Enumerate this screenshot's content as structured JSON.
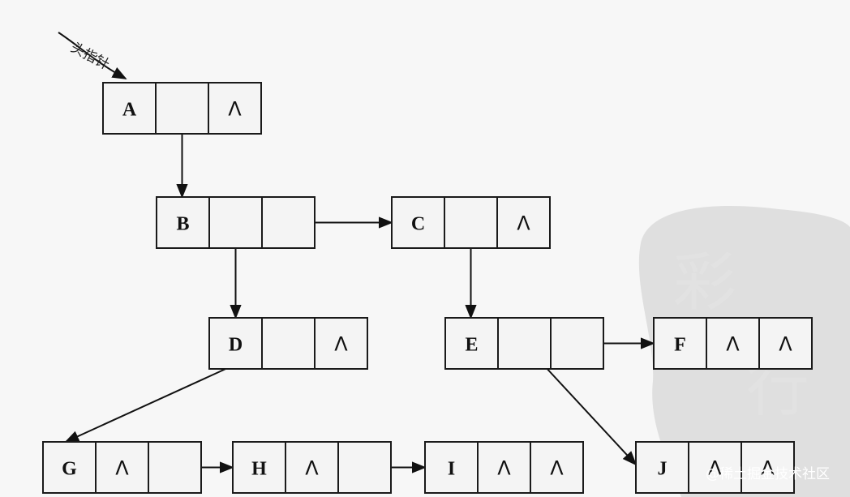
{
  "head_pointer_label": "头指针",
  "null_symbol": "Λ",
  "watermark": {
    "text": "@稀土掘金技术社区"
  },
  "nodes": [
    {
      "id": "A",
      "label": "A",
      "field2": "",
      "field3": "Λ"
    },
    {
      "id": "B",
      "label": "B",
      "field2": "",
      "field3": ""
    },
    {
      "id": "C",
      "label": "C",
      "field2": "",
      "field3": "Λ"
    },
    {
      "id": "D",
      "label": "D",
      "field2": "",
      "field3": "Λ"
    },
    {
      "id": "E",
      "label": "E",
      "field2": "",
      "field3": ""
    },
    {
      "id": "F",
      "label": "F",
      "field2": "Λ",
      "field3": "Λ"
    },
    {
      "id": "G",
      "label": "G",
      "field2": "Λ",
      "field3": ""
    },
    {
      "id": "H",
      "label": "H",
      "field2": "Λ",
      "field3": ""
    },
    {
      "id": "I",
      "label": "I",
      "field2": "Λ",
      "field3": "Λ"
    },
    {
      "id": "J",
      "label": "J",
      "field2": "Λ",
      "field3": "Λ"
    }
  ],
  "edges": [
    {
      "from": "A",
      "to": "B",
      "type": "child"
    },
    {
      "from": "B",
      "to": "D",
      "type": "child"
    },
    {
      "from": "B",
      "to": "C",
      "type": "sibling"
    },
    {
      "from": "C",
      "to": "E",
      "type": "child"
    },
    {
      "from": "D",
      "to": "G",
      "type": "child"
    },
    {
      "from": "E",
      "to": "F",
      "type": "sibling"
    },
    {
      "from": "E",
      "to": "J",
      "type": "child"
    },
    {
      "from": "G",
      "to": "H",
      "type": "sibling"
    },
    {
      "from": "H",
      "to": "I",
      "type": "sibling"
    }
  ]
}
